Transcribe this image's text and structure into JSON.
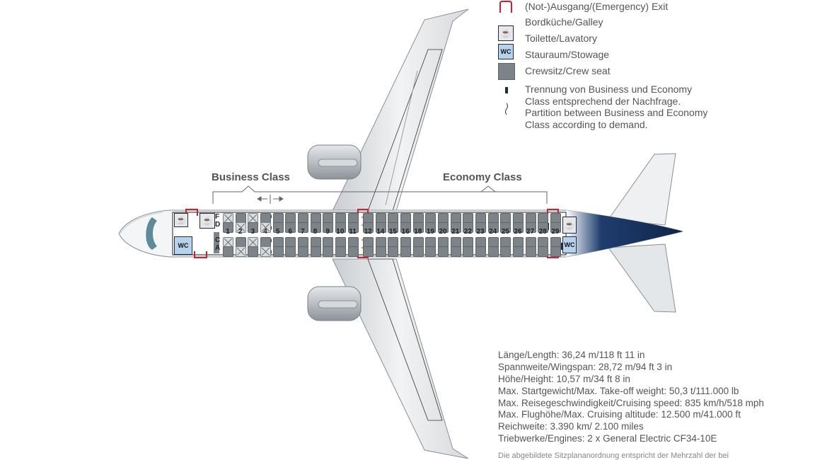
{
  "legend": {
    "items": [
      {
        "icon": "exit-icon",
        "label": "(Not-)Ausgang/(Emergency) Exit"
      },
      {
        "icon": "galley-icon",
        "label": "Bordküche/Galley"
      },
      {
        "icon": "lavatory-icon",
        "label": "Toilette/Lavatory"
      },
      {
        "icon": "stowage-icon",
        "label": "Stauraum/Stowage"
      },
      {
        "icon": "crew-seat-icon",
        "label": "Crewsitz/Crew seat"
      }
    ],
    "partition_note": {
      "line1": "Trennung von Business und Economy",
      "line2": "Class entsprechend der Nachfrage.",
      "line3": "Partition between Business and Economy",
      "line4": "Class according to demand."
    },
    "wc_label": "WC",
    "colors": {
      "exit": "#d0202e",
      "stowage": "#b7d3ec",
      "crew_seat": "#7d8489",
      "partition": "#1e2c4a"
    }
  },
  "cabin": {
    "business_label": "Business Class",
    "economy_label": "Economy Class",
    "seat_letters_top": [
      "F",
      "D"
    ],
    "seat_letters_bottom": [
      "C",
      "A"
    ],
    "rows": [
      "1",
      "2",
      "3",
      "4",
      "5",
      "6",
      "7",
      "8",
      "9",
      "10",
      "11",
      "12",
      "14",
      "15",
      "16",
      "18",
      "19",
      "20",
      "21",
      "22",
      "23",
      "24",
      "25",
      "26",
      "27",
      "28",
      "29"
    ],
    "business_rows": [
      "1",
      "2",
      "3",
      "4"
    ],
    "blocked_seats": [
      "1F",
      "1C",
      "2D",
      "2A",
      "3F",
      "3C",
      "4D",
      "4A"
    ],
    "wc_label": "WC",
    "colors": {
      "seat": "#7d8489",
      "fuselage_tail": "#1e3d6e",
      "exit_marker": "#d0202e",
      "overwing_arrow": "#f0a030"
    }
  },
  "specs": {
    "length": "Länge/Length: 36,24 m/118 ft 11 in",
    "wingspan": "Spannweite/Wingspan: 28,72 m/94 ft 3 in",
    "height": "Höhe/Height: 10,57 m/34 ft 8 in",
    "mtow": "Max. Startgewicht/Max. Take-off weight: 50,3 t/111.000 lb",
    "speed": "Max. Reisegeschwindigkeit/Cruising speed: 835 km/h/518 mph",
    "altitude": "Max. Flughöhe/Max. Cruising altitude: 12.500 m/41.000 ft",
    "range": "Reichweite: 3.390 km/ 2.100 miles",
    "engines": "Triebwerke/Engines: 2 x General Electric CF34-10E"
  },
  "footnote": "Die abgebildete Sitzplananordnung entspricht der Mehrzahl der bei"
}
